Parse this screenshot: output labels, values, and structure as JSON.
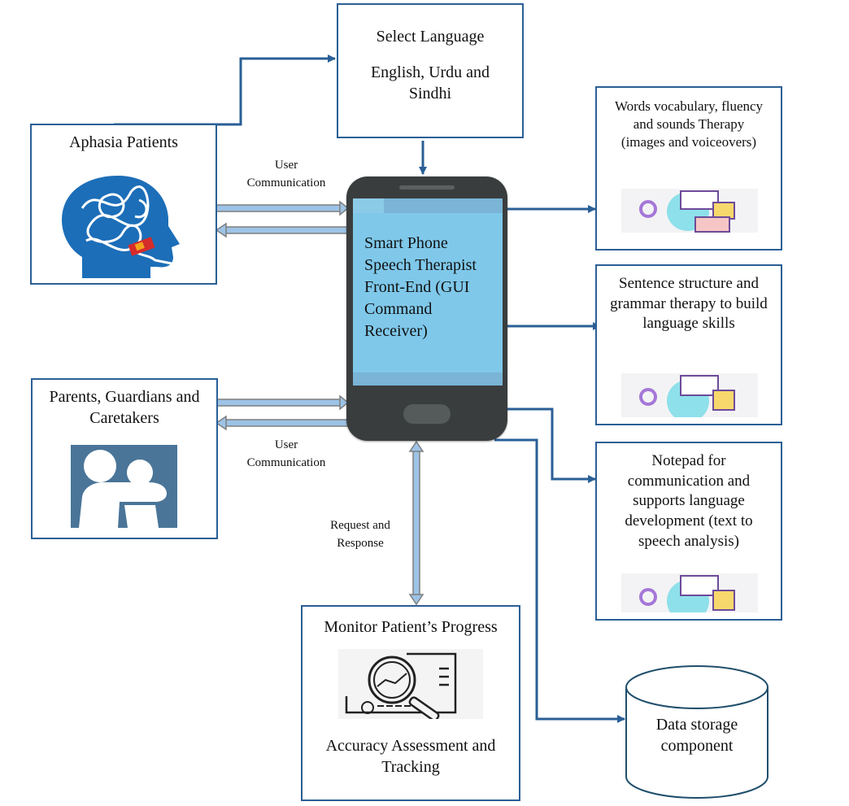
{
  "diagram": {
    "colors": {
      "box_border": "#2a5f96",
      "arrow": "#2a5f96",
      "double_arrow_fill": "#9dc3e6",
      "phone_body": "#3a3d3e",
      "phone_screen": "#7fc8ea"
    },
    "nodes": {
      "select_language": {
        "title": "Select Language",
        "subtitle": "English, Urdu and Sindhi"
      },
      "aphasia_patients": {
        "title": "Aphasia Patients",
        "icon": "head-tangled-thoughts-icon"
      },
      "parents": {
        "title": "Parents, Guardians and Caretakers",
        "icon": "caregiver-hug-icon"
      },
      "phone": {
        "text": "Smart Phone Speech Therapist Front-End (GUI Command Receiver)"
      },
      "words_therapy": {
        "title": "Words vocabulary, fluency and sounds Therapy (images and voiceovers)",
        "icon": "language-learning-icon"
      },
      "sentence_therapy": {
        "title": "Sentence structure and grammar therapy to build language skills",
        "icon": "language-learning-icon"
      },
      "notepad": {
        "title": "Notepad for communication and supports language development (text to speech analysis)",
        "icon": "language-learning-icon"
      },
      "monitor": {
        "title": "Monitor Patient’s Progress",
        "subtitle": "Accuracy Assessment and Tracking",
        "icon": "magnifier-chart-icon"
      },
      "data_storage": {
        "title": "Data storage component"
      }
    },
    "edge_labels": {
      "user_comm_top_1": "User",
      "user_comm_top_2": "Communication",
      "user_comm_bottom_1": "User",
      "user_comm_bottom_2": "Communication",
      "req_resp_1": "Request and",
      "req_resp_2": "Response"
    }
  }
}
